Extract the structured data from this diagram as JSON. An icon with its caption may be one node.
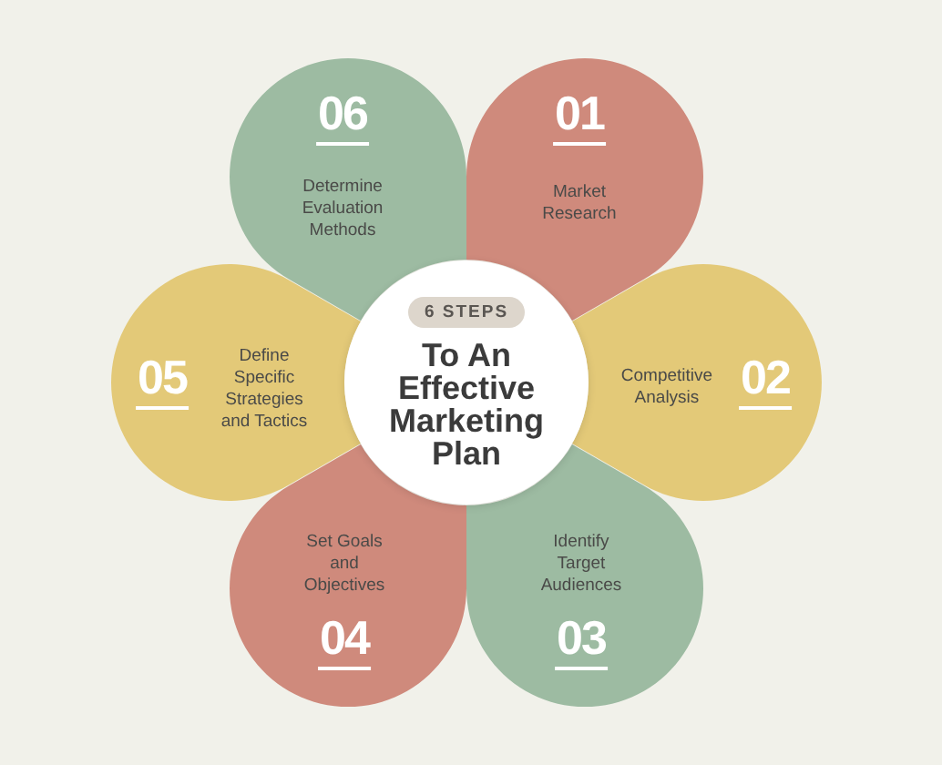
{
  "diagram": {
    "nodes": [
      {
        "text": [
          "To An Effective Marketing Plan"
        ]
      },
      {
        "text": [
          "6 STEPS"
        ],
        "in": 0
      },
      {
        "text": [
          "01",
          "Market Research"
        ]
      },
      {
        "text": [
          "Competitive Analysis",
          "02"
        ]
      },
      {
        "text": [
          "Identify Target Audiences",
          "03"
        ]
      },
      {
        "text": [
          "Set Goals and Objectives",
          "04"
        ]
      },
      {
        "text": [
          "05",
          "Define Specific Strategies and Tactics"
        ]
      },
      {
        "text": [
          "06",
          "Determine Evaluation Methods"
        ]
      }
    ]
  }
}
